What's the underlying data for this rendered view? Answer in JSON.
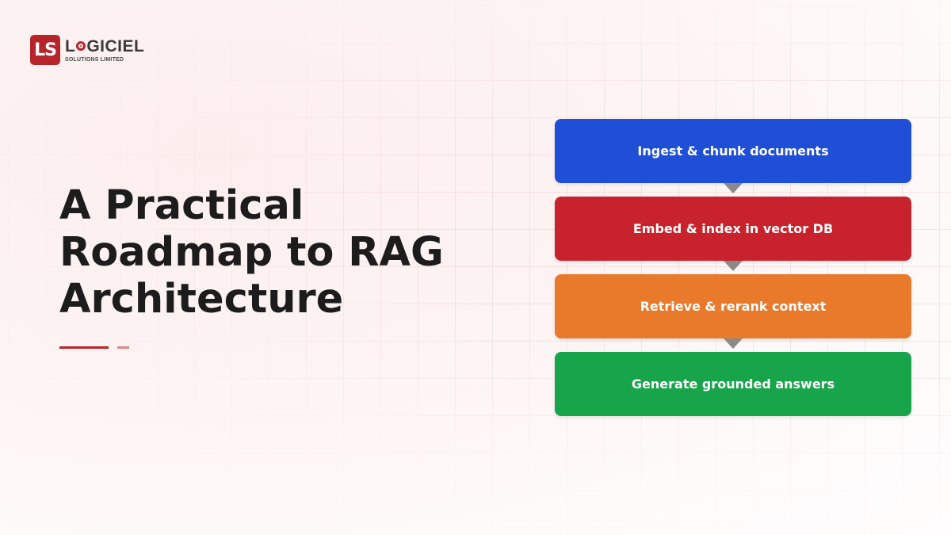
{
  "logo": {
    "mark": "LS",
    "name_before_o": "L",
    "name_after_o": "GICIEL",
    "subtitle": "SOLUTIONS LIMITED"
  },
  "title": {
    "lines": [
      "A Practical",
      "Roadmap to RAG",
      "Architecture"
    ]
  },
  "steps": [
    {
      "label": "Ingest & chunk documents",
      "color": "#1f4fd6"
    },
    {
      "label": "Embed & index in vector DB",
      "color": "#c8232c"
    },
    {
      "label": "Retrieve & rerank context",
      "color": "#e97a2c"
    },
    {
      "label": "Generate grounded answers",
      "color": "#18a44a"
    }
  ],
  "colors": {
    "brand": "#b7252a",
    "accent_light": "#e08585",
    "arrow": "#8a8a8a"
  }
}
